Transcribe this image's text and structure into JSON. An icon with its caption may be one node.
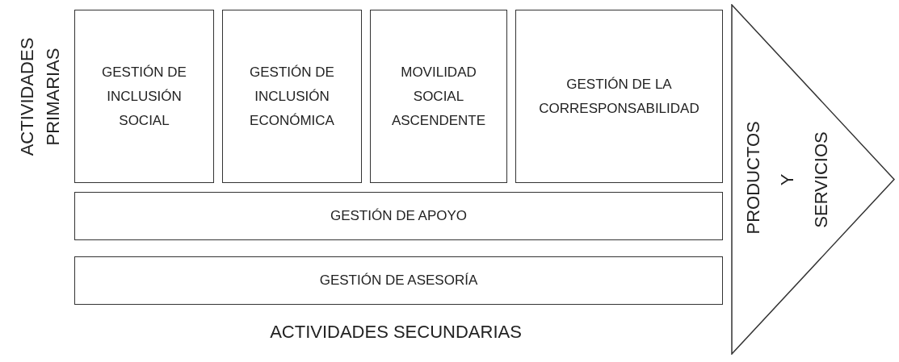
{
  "diagram": {
    "nodes": [
      {
        "text": [
          "GESTIÓN DE INCLUSIÓN SOCIAL"
        ]
      },
      {
        "text": [
          "GESTIÓN DE INCLUSIÓN ECONÓMICA"
        ]
      },
      {
        "text": [
          "MOVILIDAD SOCIAL ASCENDENTE"
        ]
      },
      {
        "text": [
          "GESTIÓN DE LA CORRESPONSABILIDAD"
        ]
      },
      {
        "text": [
          "GESTIÓN DE APOYO"
        ]
      },
      {
        "text": [
          "GESTIÓN DE ASESORÍA"
        ]
      },
      {
        "text": [
          "PRODUCTOS Y SERVICIOS"
        ]
      }
    ],
    "labels": [
      "ACTIVIDADES PRIMARIAS",
      "ACTIVIDADES SECUNDARIAS"
    ]
  }
}
